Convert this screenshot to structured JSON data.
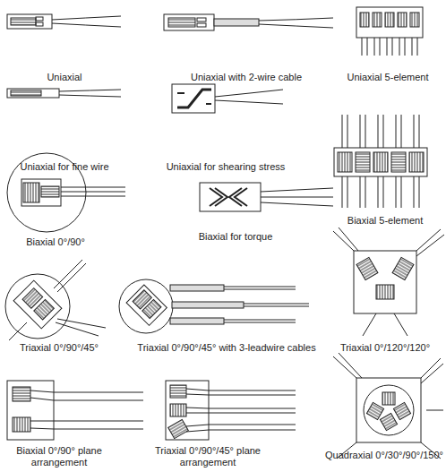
{
  "diagram": {
    "labels": [
      "Uniaxial",
      "Uniaxial with 2-wire cable",
      "Uniaxial 5-element",
      "Uniaxial for fine wire",
      "Uniaxial for shearing stress",
      "Biaxial 5-element",
      "Biaxial 0°/90°",
      "Biaxial for torque",
      "Triaxial 0°/120°/120°",
      "Triaxial 0°/90°/45°",
      "Triaxial 0°/90°/45° with 3-leadwire cables",
      "Biaxial 0°/90° plane arrangement",
      "Triaxial 0°/90°/45° plane arrangement",
      "Quadraxial 0°/30°/90°/150°"
    ]
  }
}
